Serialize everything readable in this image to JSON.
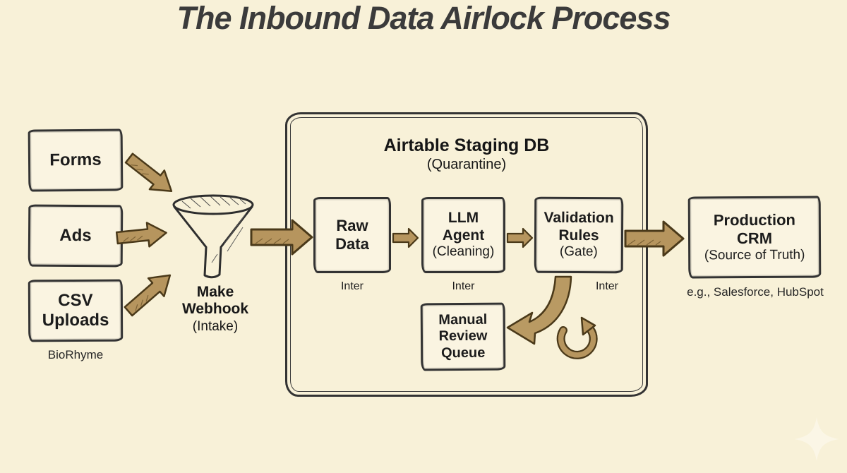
{
  "title": "The Inbound Data Airlock Process",
  "sources": {
    "forms": {
      "line1": "Forms"
    },
    "ads": {
      "line1": "Ads"
    },
    "csv": {
      "line1": "CSV",
      "line2": "Uploads"
    },
    "caption": "BioRhyme"
  },
  "intake": {
    "icon": "funnel-icon",
    "line1": "Make",
    "line2": "Webhook",
    "sub": "(Intake)"
  },
  "staging": {
    "title": "Airtable Staging DB",
    "subtitle": "(Quarantine)",
    "raw": {
      "line1": "Raw",
      "line2": "Data",
      "caption": "Inter"
    },
    "llm": {
      "line1": "LLM",
      "line2": "Agent",
      "sub": "(Cleaning)",
      "caption": "Inter"
    },
    "validation": {
      "line1": "Validation",
      "line2": "Rules",
      "sub": "(Gate)",
      "caption": "Inter"
    },
    "review": {
      "line1": "Manual",
      "line2": "Review",
      "line3": "Queue"
    }
  },
  "production": {
    "line1": "Production",
    "line2": "CRM",
    "sub": "(Source of Truth)",
    "caption": "e.g., Salesforce, HubSpot"
  },
  "colors": {
    "background": "#f8f1d8",
    "ink": "#333333",
    "text": "#1c1c1c",
    "arrow_fill": "#b6955e",
    "arrow_outline": "#4a3919",
    "sparkle": "#fbf6e6"
  }
}
